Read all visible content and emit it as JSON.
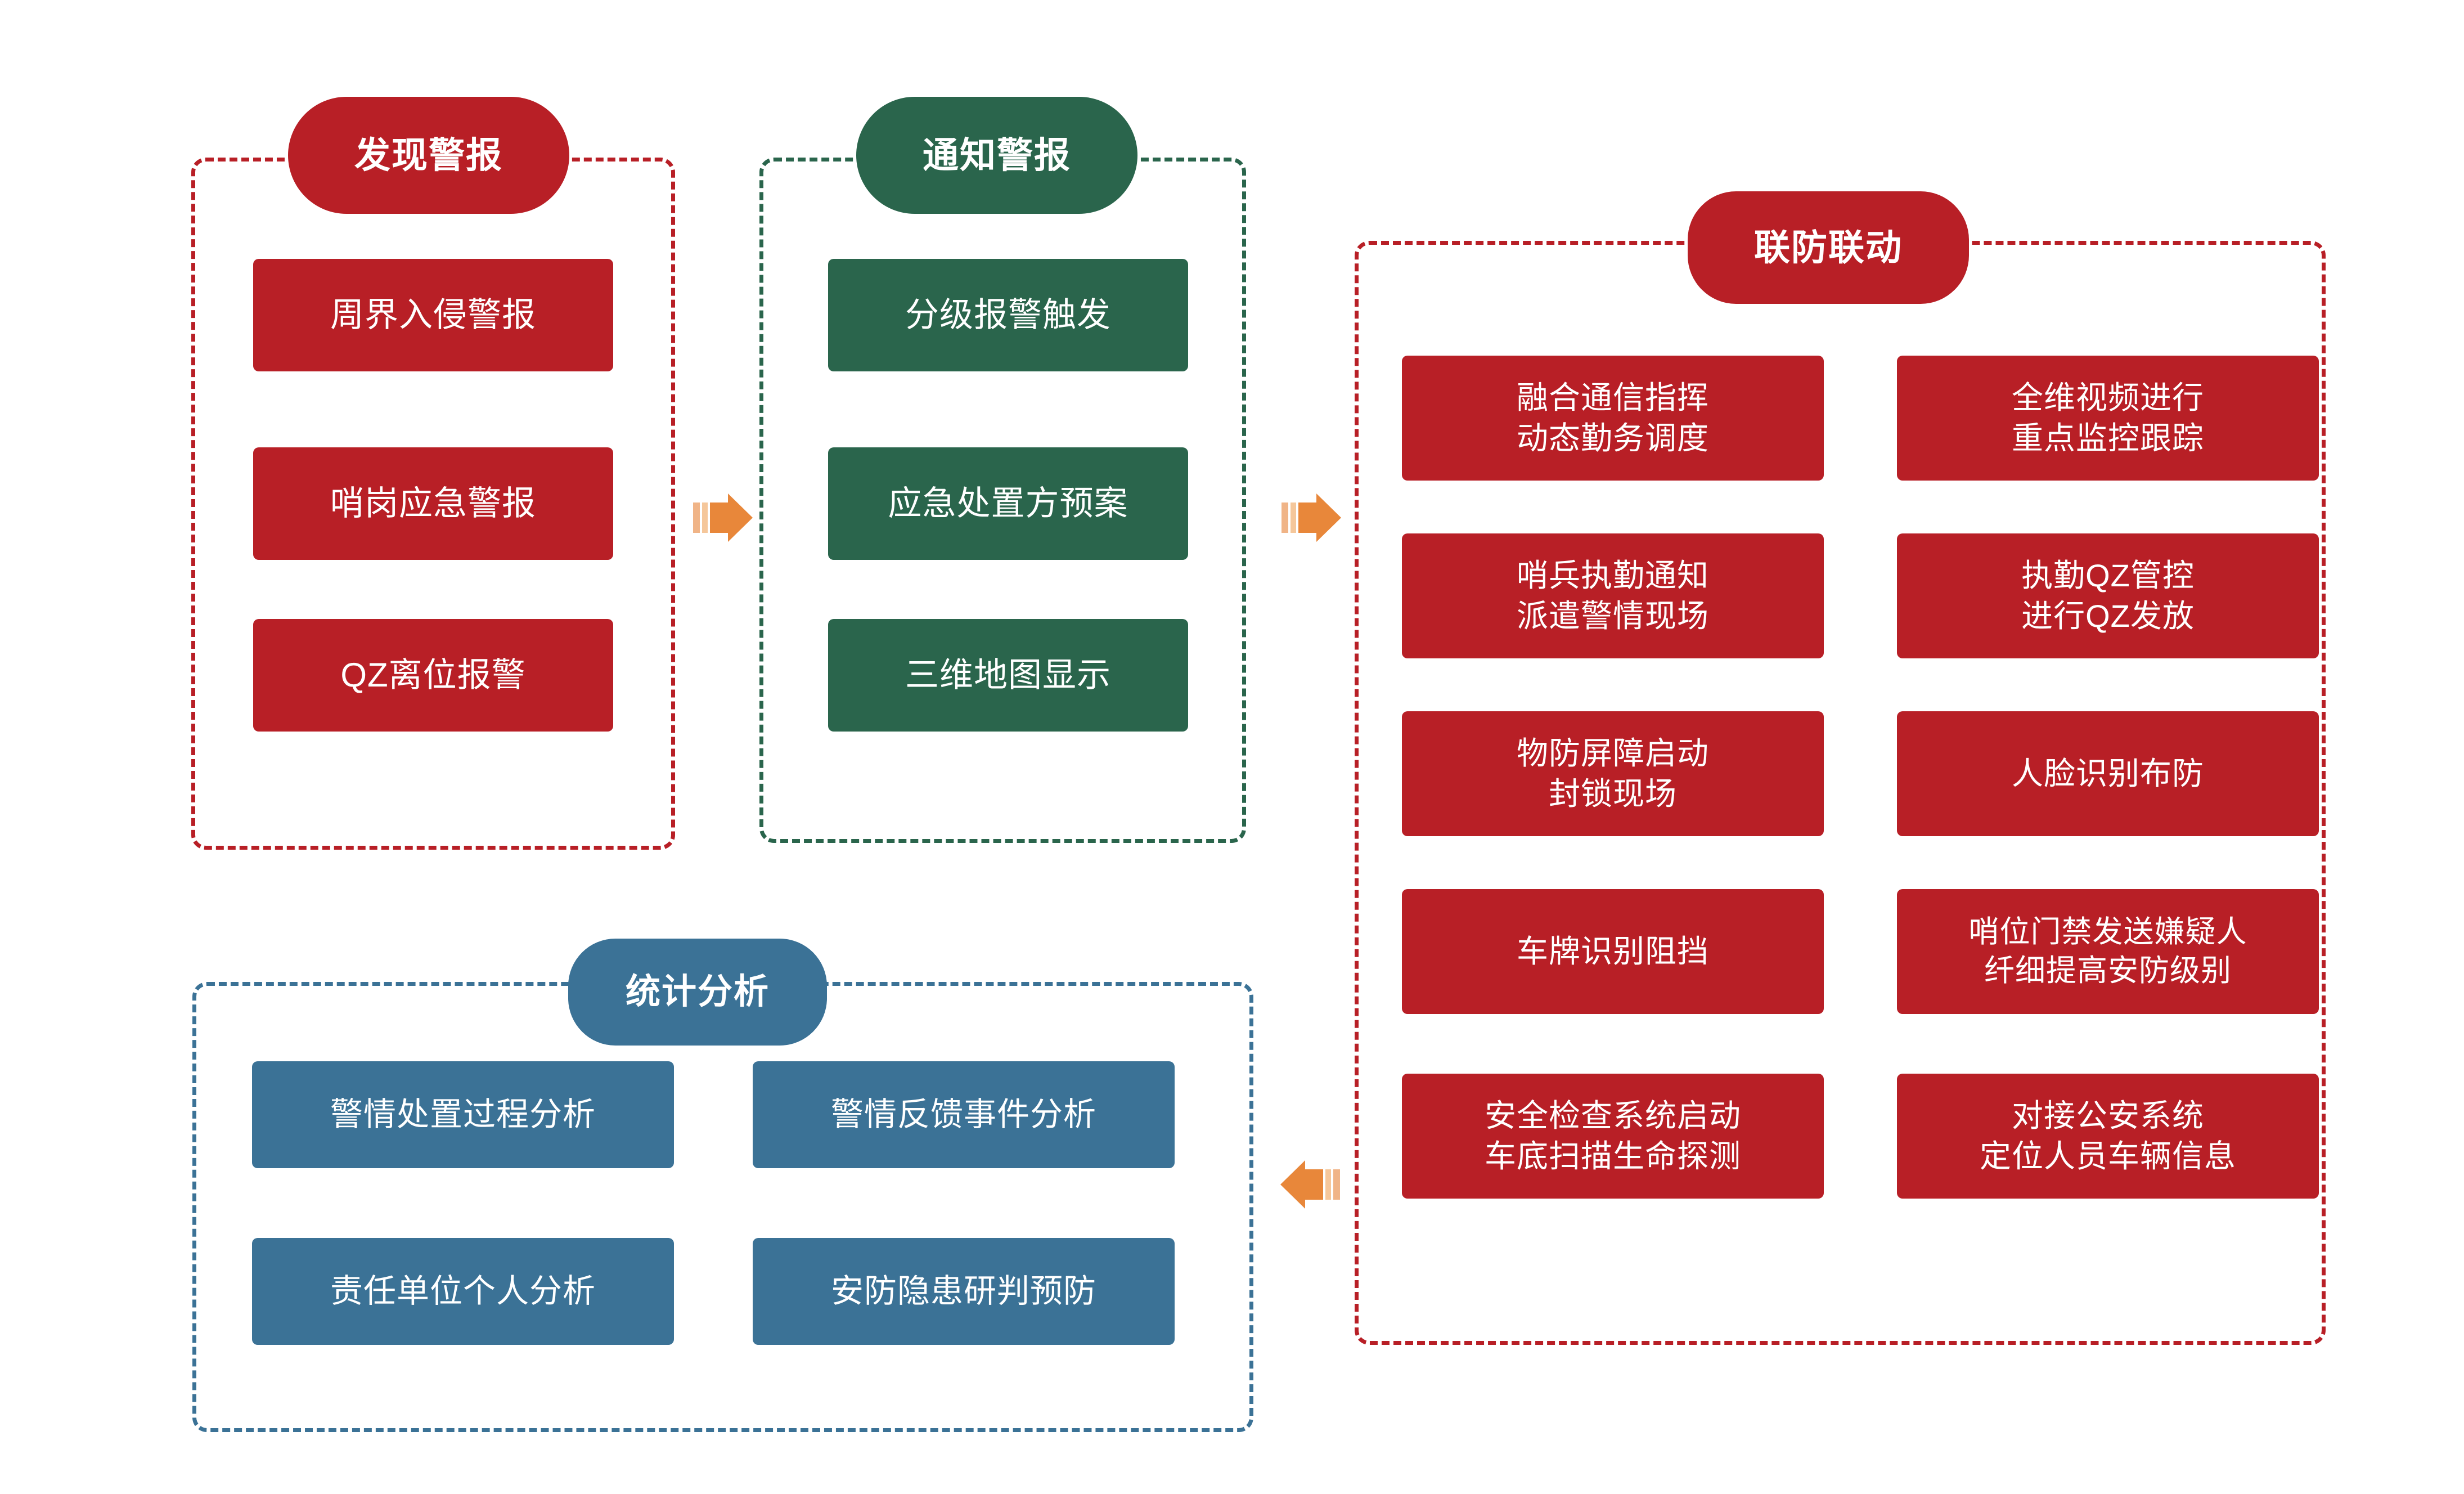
{
  "diagram": {
    "type": "flow-diagram",
    "title_semantic": "security-alarm-linkage-flow",
    "colors": {
      "red": "#B81F26",
      "green": "#2A654C",
      "blue": "#3B7296",
      "arrow_orange": "#E8873A",
      "arrow_orange_light": "#F5C79B",
      "background": "#FFFFFF",
      "card_text": "#FFFFFF"
    }
  },
  "groups": [
    {
      "id": "discover-alarm",
      "header": "发现警报",
      "color": "red",
      "cards": [
        {
          "lines": [
            "周界入侵警报"
          ]
        },
        {
          "lines": [
            "哨岗应急警报"
          ]
        },
        {
          "lines": [
            "QZ离位报警"
          ]
        }
      ]
    },
    {
      "id": "notify-alarm",
      "header": "通知警报",
      "color": "green",
      "cards": [
        {
          "lines": [
            "分级报警触发"
          ]
        },
        {
          "lines": [
            "应急处置方预案"
          ]
        },
        {
          "lines": [
            "三维地图显示"
          ]
        }
      ]
    },
    {
      "id": "joint-defense",
      "header": "联防联动",
      "color": "red",
      "cards_left": [
        {
          "lines": [
            "融合通信指挥",
            "动态勤务调度"
          ]
        },
        {
          "lines": [
            "哨兵执勤通知",
            "派遣警情现场"
          ]
        },
        {
          "lines": [
            "物防屏障启动",
            "封锁现场"
          ]
        },
        {
          "lines": [
            "车牌识别阻挡"
          ]
        },
        {
          "lines": [
            "安全检查系统启动",
            "车底扫描生命探测"
          ]
        }
      ],
      "cards_right": [
        {
          "lines": [
            "全维视频进行",
            "重点监控跟踪"
          ]
        },
        {
          "lines": [
            "执勤QZ管控",
            "进行QZ发放"
          ]
        },
        {
          "lines": [
            "人脸识别布防"
          ]
        },
        {
          "lines": [
            "哨位门禁发送嫌疑人",
            "纤细提高安防级别"
          ]
        },
        {
          "lines": [
            "对接公安系统",
            "定位人员车辆信息"
          ]
        }
      ]
    },
    {
      "id": "statistics-analysis",
      "header": "统计分析",
      "color": "blue",
      "cards_left": [
        {
          "lines": [
            "警情处置过程分析"
          ]
        },
        {
          "lines": [
            "责任单位个人分析"
          ]
        }
      ],
      "cards_right": [
        {
          "lines": [
            "警情反馈事件分析"
          ]
        },
        {
          "lines": [
            "安防隐患研判预防"
          ]
        }
      ]
    }
  ],
  "connectors": [
    {
      "id": "discover-to-notify",
      "direction": "right",
      "icon": "arrow-right-icon"
    },
    {
      "id": "notify-to-joint",
      "direction": "right",
      "icon": "arrow-right-icon"
    },
    {
      "id": "joint-to-statistics",
      "direction": "left",
      "icon": "arrow-left-icon"
    }
  ]
}
